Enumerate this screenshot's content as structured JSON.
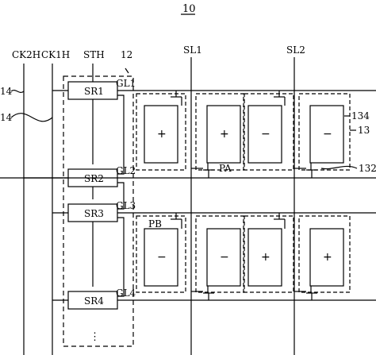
{
  "figure_number": "10",
  "signal_labels": {
    "ck2h": "CK2H",
    "ck1h": "CK1H",
    "sth": "STH",
    "sl1": "SL1",
    "sl2": "SL2"
  },
  "ref_numbers": {
    "r12": "12",
    "r14a": "14",
    "r14b": "14",
    "r134": "134",
    "r13": "13",
    "r132": "132"
  },
  "shift_registers": [
    "SR1",
    "SR2",
    "SR3",
    "SR4"
  ],
  "gate_lines": [
    "GL1",
    "GL2",
    "GL3",
    "GL4"
  ],
  "transistor_labels": {
    "pa": "PA",
    "pb": "PB"
  },
  "polarity": {
    "row1": [
      "+",
      "+",
      "−",
      "−"
    ],
    "row2": [
      "−",
      "−",
      "+",
      "+"
    ]
  },
  "continuation": "⋮"
}
